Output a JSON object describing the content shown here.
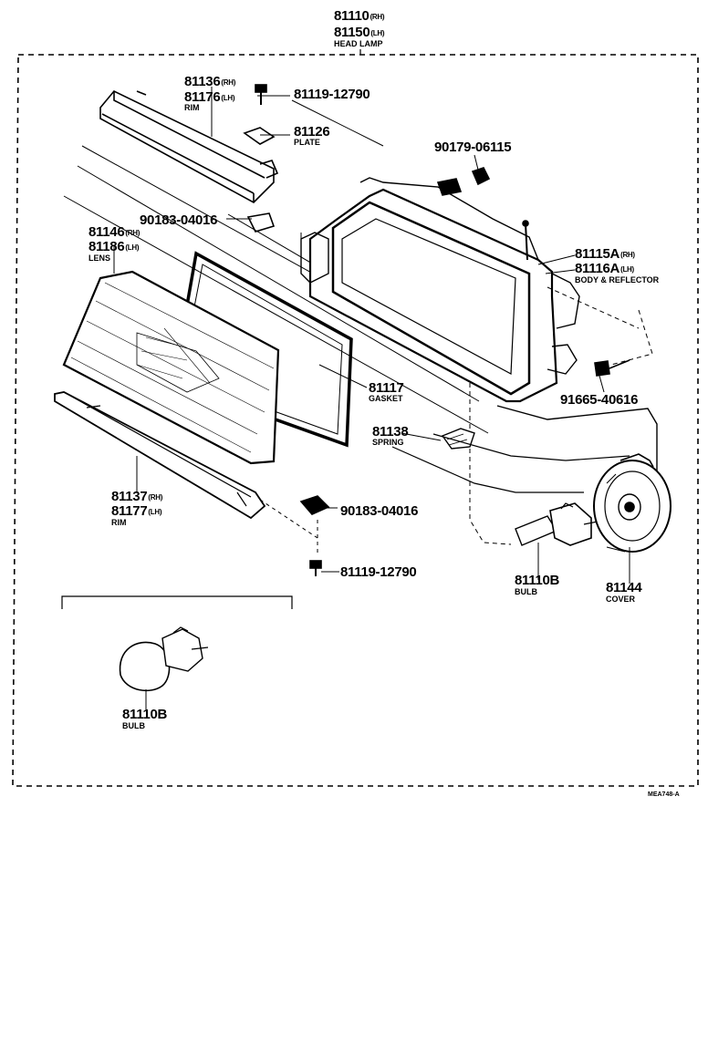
{
  "labels": {
    "head_lamp": {
      "pn_rh": "81110",
      "sfx_rh": "(RH)",
      "pn_lh": "81150",
      "sfx_lh": "(LH)",
      "name": "HEAD LAMP"
    },
    "rim_upper": {
      "pn_rh": "81136",
      "sfx_rh": "(RH)",
      "pn_lh": "81176",
      "sfx_lh": "(LH)",
      "name": "RIM"
    },
    "screw_upper": {
      "pn": "81119-12790"
    },
    "plate": {
      "pn": "81126",
      "name": "PLATE"
    },
    "nut_top": {
      "pn": "90179-06115"
    },
    "clip_upper": {
      "pn": "90183-04016"
    },
    "lens": {
      "pn_rh": "81146",
      "sfx_rh": "(RH)",
      "pn_lh": "81186",
      "sfx_lh": "(LH)",
      "name": "LENS"
    },
    "body_reflector": {
      "pn_rh": "81115A",
      "sfx_rh": "(RH)",
      "pn_lh": "81116A",
      "sfx_lh": "(LH)",
      "name": "BODY & REFLECTOR"
    },
    "gasket": {
      "pn": "81117",
      "name": "GASKET"
    },
    "screw_adjust": {
      "pn": "91665-40616"
    },
    "spring": {
      "pn": "81138",
      "name": "SPRING"
    },
    "rim_lower": {
      "pn_rh": "81137",
      "sfx_rh": "(RH)",
      "pn_lh": "81177",
      "sfx_lh": "(LH)",
      "name": "RIM"
    },
    "clip_lower": {
      "pn": "90183-04016"
    },
    "screw_lower": {
      "pn": "81119-12790"
    },
    "bulb_main": {
      "pn": "81110B",
      "name": "BULB"
    },
    "cover": {
      "pn": "81144",
      "name": "COVER"
    },
    "bulb_alt": {
      "pn": "81110B",
      "name": "BULB"
    }
  },
  "diagram_code": "MEA748-A"
}
